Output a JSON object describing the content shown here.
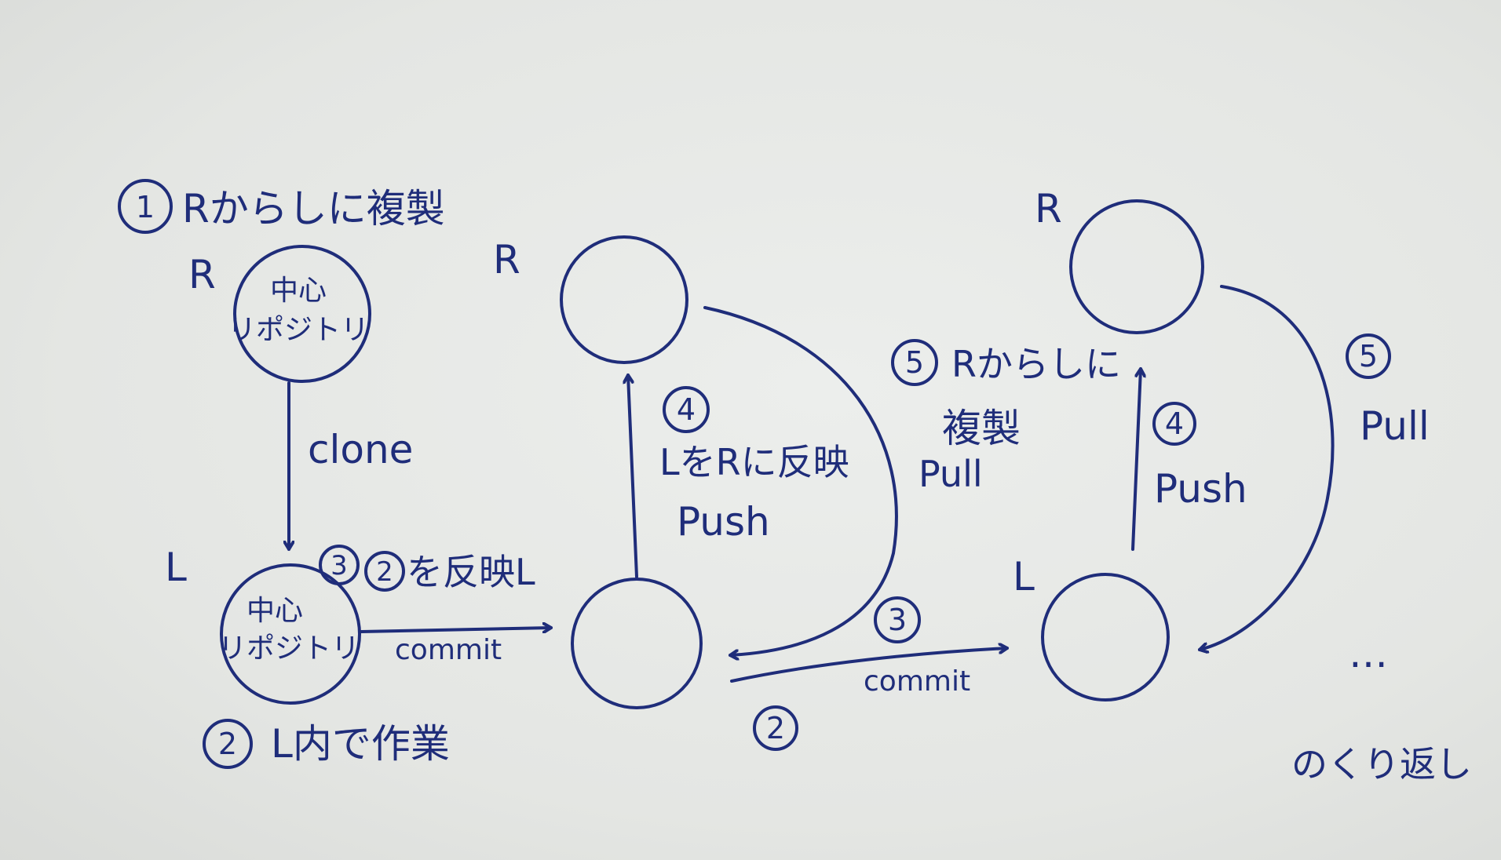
{
  "colors": {
    "ink": "#1f2d7a",
    "paper": "#e7e8e6"
  },
  "stage1": {
    "step1_num": "1",
    "step1_text": "Rからしに複製",
    "remote_label": "R",
    "remote_node_line1": "中心",
    "remote_node_line2": "リポジトリ",
    "clone_label": "clone",
    "local_label": "L",
    "local_node_line1": "中心",
    "local_node_line2": "リポジトリ",
    "step2_num": "2",
    "step2_text": "L内で作業"
  },
  "stage2": {
    "step3_num": "3",
    "step3_inner_num": "2",
    "step3_text": "を反映L",
    "commit_label": "commit",
    "remote_label": "R",
    "step4_num": "4",
    "step4_text": "LをRに反映",
    "push_label": "Push",
    "pull_label": "Pull",
    "step5_num": "5",
    "step5_text_line1": "Rからしに",
    "step5_text_line2": "複製"
  },
  "stage3": {
    "step2_num": "2",
    "step3_num": "3",
    "commit_label": "commit",
    "remote_label": "R",
    "local_label": "L",
    "step4_num": "4",
    "push_label": "Push",
    "step5_num": "5",
    "pull_label": "Pull",
    "ellipsis": "…",
    "repeat_text": "のくり返し"
  }
}
